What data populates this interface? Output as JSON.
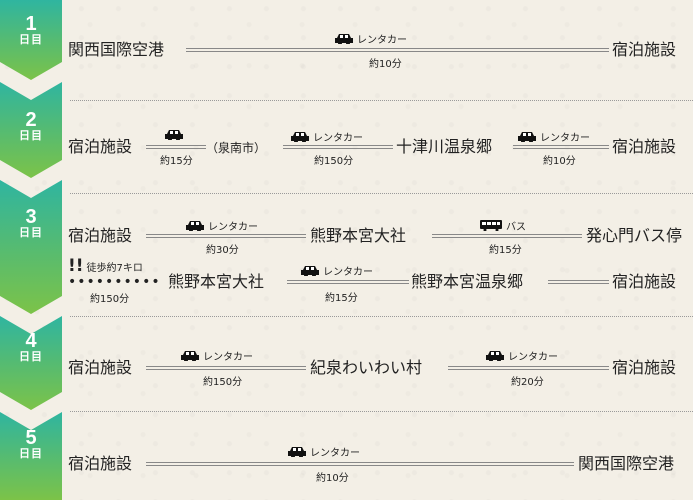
{
  "days": [
    {
      "num": "1",
      "unit": "日目"
    },
    {
      "num": "2",
      "unit": "日目"
    },
    {
      "num": "3",
      "unit": "日目"
    },
    {
      "num": "4",
      "unit": "日目"
    },
    {
      "num": "5",
      "unit": "日目"
    }
  ],
  "colors": {
    "rail_top": "#2fb5a0",
    "rail_mid": "#57bb6a",
    "rail_bottom": "#7cc348"
  },
  "day1": {
    "from": "関西国際空港",
    "to": "宿泊施設",
    "mode_label": "レンタカー",
    "time": "約10分",
    "mode_icon": "car-icon"
  },
  "day2": {
    "s1": "宿泊施設",
    "seg1_time": "約15分",
    "note": "（泉南市）",
    "seg2_label": "レンタカー",
    "seg2_time": "約150分",
    "s2": "十津川温泉郷",
    "seg3_label": "レンタカー",
    "seg3_time": "約10分",
    "s3": "宿泊施設"
  },
  "day3": {
    "row1": {
      "s1": "宿泊施設",
      "seg1_label": "レンタカー",
      "seg1_time": "約30分",
      "s2": "熊野本宮大社",
      "seg2_label": "バス",
      "seg2_time": "約15分",
      "s3": "発心門バス停"
    },
    "row2": {
      "walk_label": "徒歩約7キロ",
      "walk_time": "約150分",
      "dots": "••••••••••",
      "s1": "熊野本宮大社",
      "seg_label": "レンタカー",
      "seg_time": "約15分",
      "s2": "熊野本宮温泉郷",
      "s3": "宿泊施設"
    }
  },
  "day4": {
    "s1": "宿泊施設",
    "seg1_label": "レンタカー",
    "seg1_time": "約150分",
    "s2": "紀泉わいわい村",
    "seg2_label": "レンタカー",
    "seg2_time": "約20分",
    "s3": "宿泊施設"
  },
  "day5": {
    "s1": "宿泊施設",
    "seg_label": "レンタカー",
    "seg_time": "約10分",
    "s2": "関西国際空港"
  }
}
